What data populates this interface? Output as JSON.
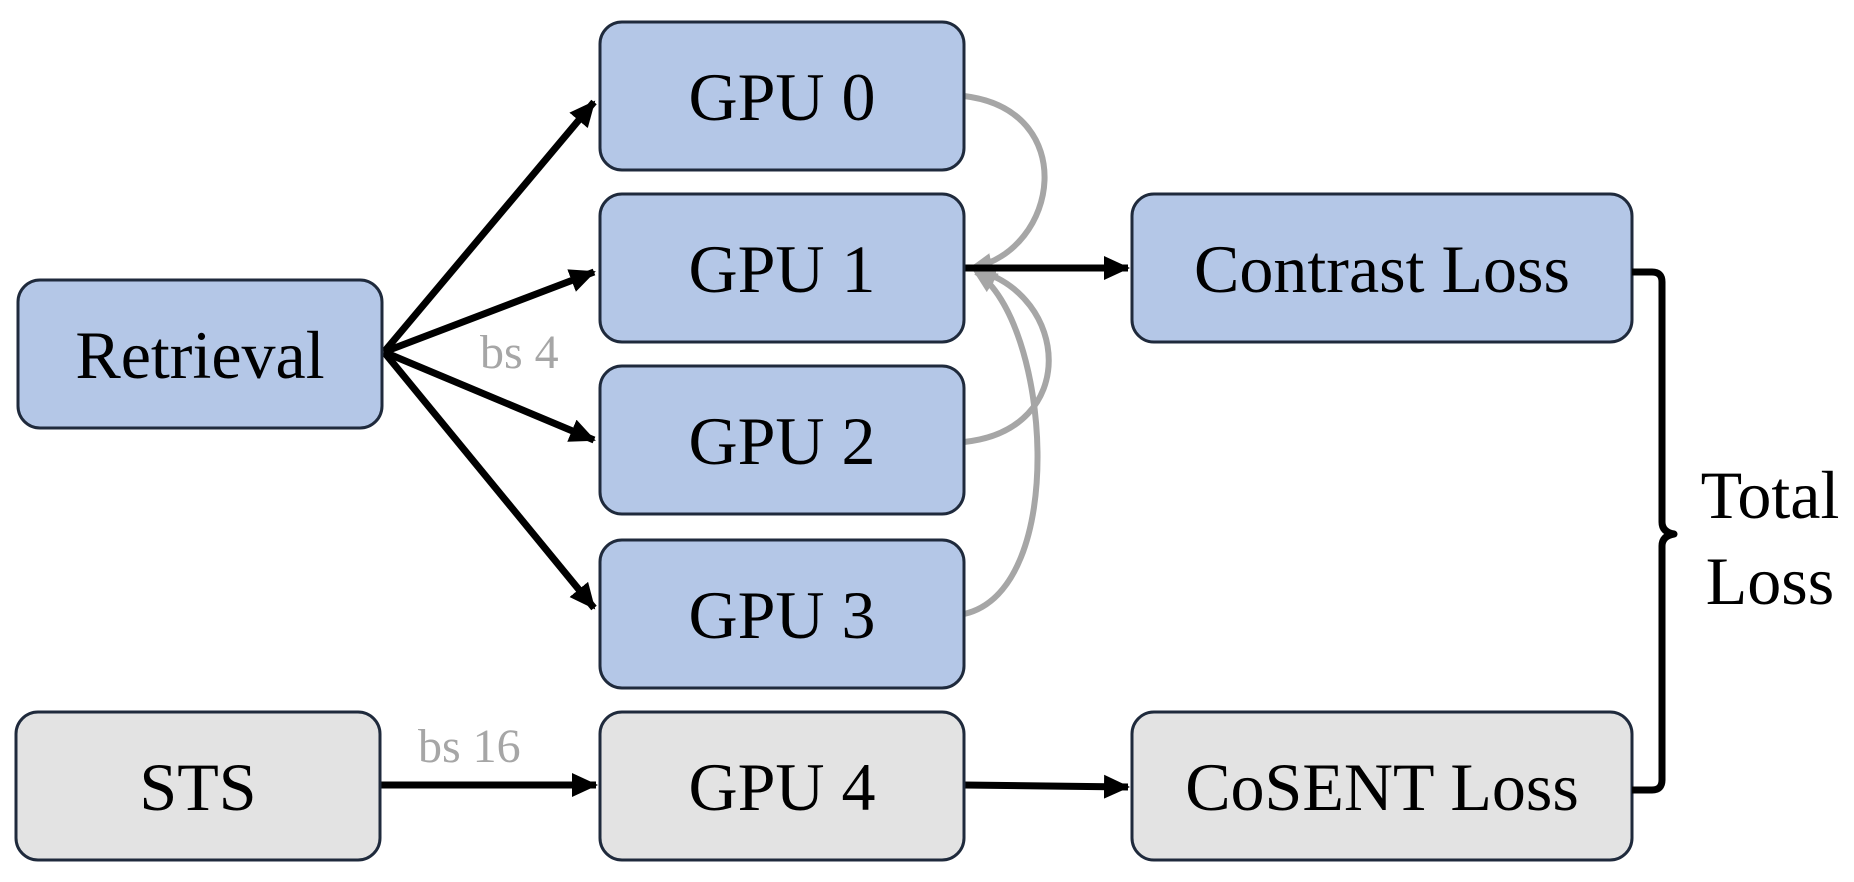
{
  "colors": {
    "blue_fill": "#B4C7E7",
    "gray_fill": "#E3E3E3",
    "border": "#1F2A3C",
    "arrow": "#000000",
    "allgather_arrow": "#A6A6A6",
    "edge_label": "#A6A6A6"
  },
  "nodes": {
    "retrieval": "Retrieval",
    "sts": "STS",
    "gpu0": "GPU 0",
    "gpu1": "GPU 1",
    "gpu2": "GPU 2",
    "gpu3": "GPU 3",
    "gpu4": "GPU 4",
    "contrast_loss": "Contrast Loss",
    "cosent_loss": "CoSENT Loss",
    "total_loss_line1": "Total",
    "total_loss_line2": "Loss"
  },
  "edge_labels": {
    "retrieval_batch": "bs 4",
    "sts_batch": "bs 16"
  }
}
